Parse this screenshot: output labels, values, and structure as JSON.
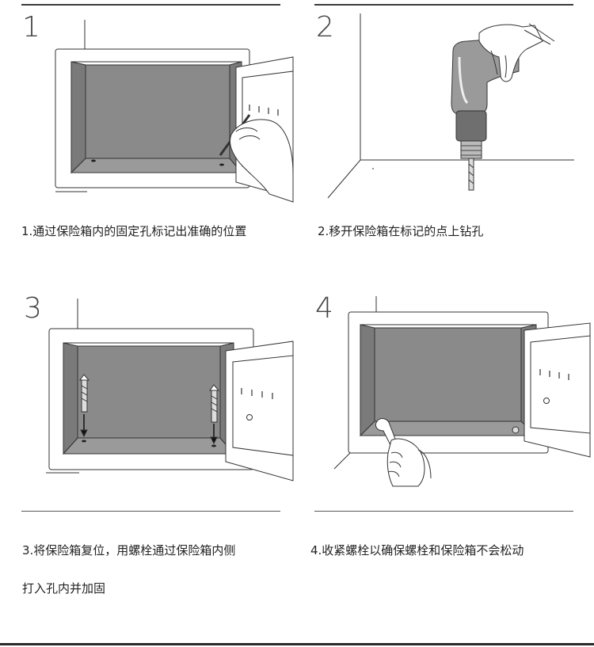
{
  "steps": [
    {
      "number": "1",
      "caption": "1.通过保险箱内的固定孔标记出准确的位置"
    },
    {
      "number": "2",
      "caption": "2.移开保险箱在标记的点上钻孔"
    },
    {
      "number": "3",
      "caption_line1": "3.将保险箱复位，用螺栓通过保险箱内侧",
      "caption_line2": "打入孔内并加固"
    },
    {
      "number": "4",
      "caption": "4.收紧螺栓以确保螺栓和保险箱不会松动"
    }
  ],
  "colors": {
    "safe_interior": "#8a8a8a",
    "line": "#333333",
    "rule": "#3a3a3a"
  }
}
